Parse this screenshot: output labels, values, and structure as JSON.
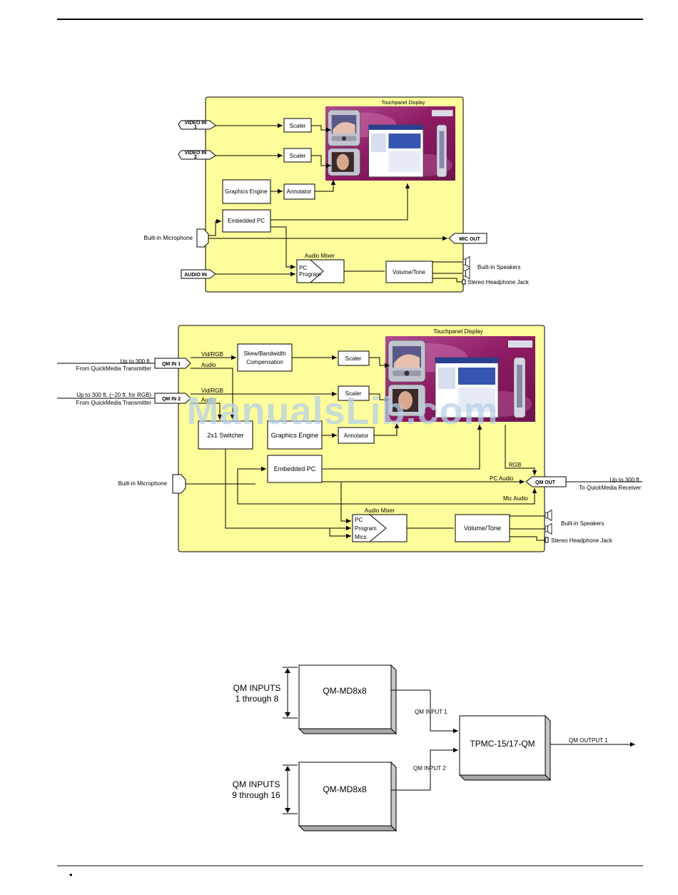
{
  "diagram1": {
    "title": "Touchpanel Display",
    "inputs": {
      "video_in_1": [
        "VIDEO IN",
        "1"
      ],
      "video_in_2": [
        "VIDEO IN",
        "2"
      ],
      "audio_in": "AUDIO IN",
      "microphone": "Built-in Microphone"
    },
    "blocks": {
      "scaler_1": "Scaler",
      "scaler_2": "Scaler",
      "graphics_engine": "Graphics Engine",
      "annotator": "Annotator",
      "embedded_pc": "Embedded PC",
      "audio_mixer": "Audio Mixer",
      "mixer_in_1": "PC",
      "mixer_in_2": "Program",
      "volume_tone": "Volume/Tone"
    },
    "outputs": {
      "mic_out": "MIC OUT",
      "speakers": "Built-in Speakers",
      "headphone": "Stereo Headphone Jack"
    }
  },
  "diagram2": {
    "title": "Touchpanel Display",
    "sources": {
      "src1_line1": "Up to 300 ft.",
      "src1_line2": "From QuickMedia Transmitter",
      "src2_line1": "Up to 300 ft. (~20 ft. for RGB)",
      "src2_line2": "From QuickMedia Transmitter"
    },
    "inputs": {
      "qm_in_1": "QM IN 1",
      "qm_in_2": "QM IN 2",
      "microphone": "Built-in Microphone"
    },
    "signals": {
      "vid_rgb_1": "Vid/RGB",
      "audio_1": "Audio",
      "vid_rgb_2": "Vid/RGB",
      "audio_2": "Audio",
      "rgb": "RGB",
      "pc_audio": "PC Audio",
      "mic_audio": "Mic Audio"
    },
    "blocks": {
      "skew": [
        "Skew/Bandwidth",
        "Compensation"
      ],
      "scaler_1": "Scaler",
      "scaler_2": "Scaler",
      "switcher": "2x1 Switcher",
      "graphics_engine": "Graphics Engine",
      "annotator": "Annotator",
      "embedded_pc": "Embedded PC",
      "audio_mixer": "Audio Mixer",
      "mixer_in_1": "PC",
      "mixer_in_2": "Program",
      "mixer_in_3": "Mics",
      "volume_tone": "Volume/Tone"
    },
    "outputs": {
      "qm_out": "QM OUT",
      "dest_line1": "Up to 300 ft.",
      "dest_line2": "To QuickMedia Receiver",
      "speakers": "Built-in Speakers",
      "headphone": "Stereo Headphone Jack"
    }
  },
  "diagram3": {
    "group1": [
      "QM INPUTS",
      "1 through 8"
    ],
    "group2": [
      "QM INPUTS",
      "9 through 16"
    ],
    "switcher_1": "QM-MD8x8",
    "switcher_2": "QM-MD8x8",
    "link_1": "QM INPUT 1",
    "link_2": "QM INPUT 2",
    "panel": "TPMC-15/17-QM",
    "output": "QM OUTPUT 1"
  },
  "watermark": "ManualsLib.com",
  "footer": {
    "bullet": "•"
  },
  "colors": {
    "panel_fill": "#fdfd9b",
    "screen": "#8d1a62",
    "watermark": "#b7cfe6"
  }
}
